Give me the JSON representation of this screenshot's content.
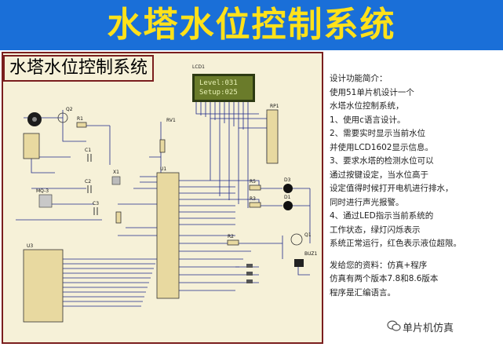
{
  "banner": {
    "title": "水塔水位控制系统"
  },
  "schematic": {
    "label": "水塔水位控制系统",
    "lcd": {
      "ref": "LCD1",
      "line1": "Level:031",
      "line2": "Setup:025"
    },
    "components": [
      "Q2",
      "R1",
      "RV1",
      "U1",
      "C1",
      "C2",
      "C3",
      "X1",
      "R5",
      "R3",
      "D3",
      "D1",
      "Q1",
      "BUZ1",
      "R2",
      "RP1",
      "MQ-3",
      "U3"
    ]
  },
  "description": {
    "lines": [
      "设计功能简介：",
      "使用51单片机设计一个",
      "水塔水位控制系统，",
      "1、使用c语言设计。",
      "2、需要实时显示当前水位",
      "并使用LCD1602显示信息。",
      "3、要求水塔的检测水位可以",
      "通过按键设定，当水位高于",
      "设定值得时候打开电机进行排水，",
      "同时进行声光报警。",
      "4、通过LED指示当前系统的",
      "工作状态，绿灯闪烁表示",
      "系统正常运行，红色表示液位超限。"
    ],
    "resources": [
      "发给您的资料：仿真+程序",
      "仿真有两个版本7.8和8.6版本",
      "程序是汇编语言。"
    ]
  },
  "watermark": {
    "text": "单片机仿真"
  },
  "colors": {
    "banner": "#1a6fd8",
    "title": "#ffe11a",
    "sheet": "#f6f1d8",
    "border": "#7a1e1e",
    "lcd": "#6a7b2a"
  }
}
